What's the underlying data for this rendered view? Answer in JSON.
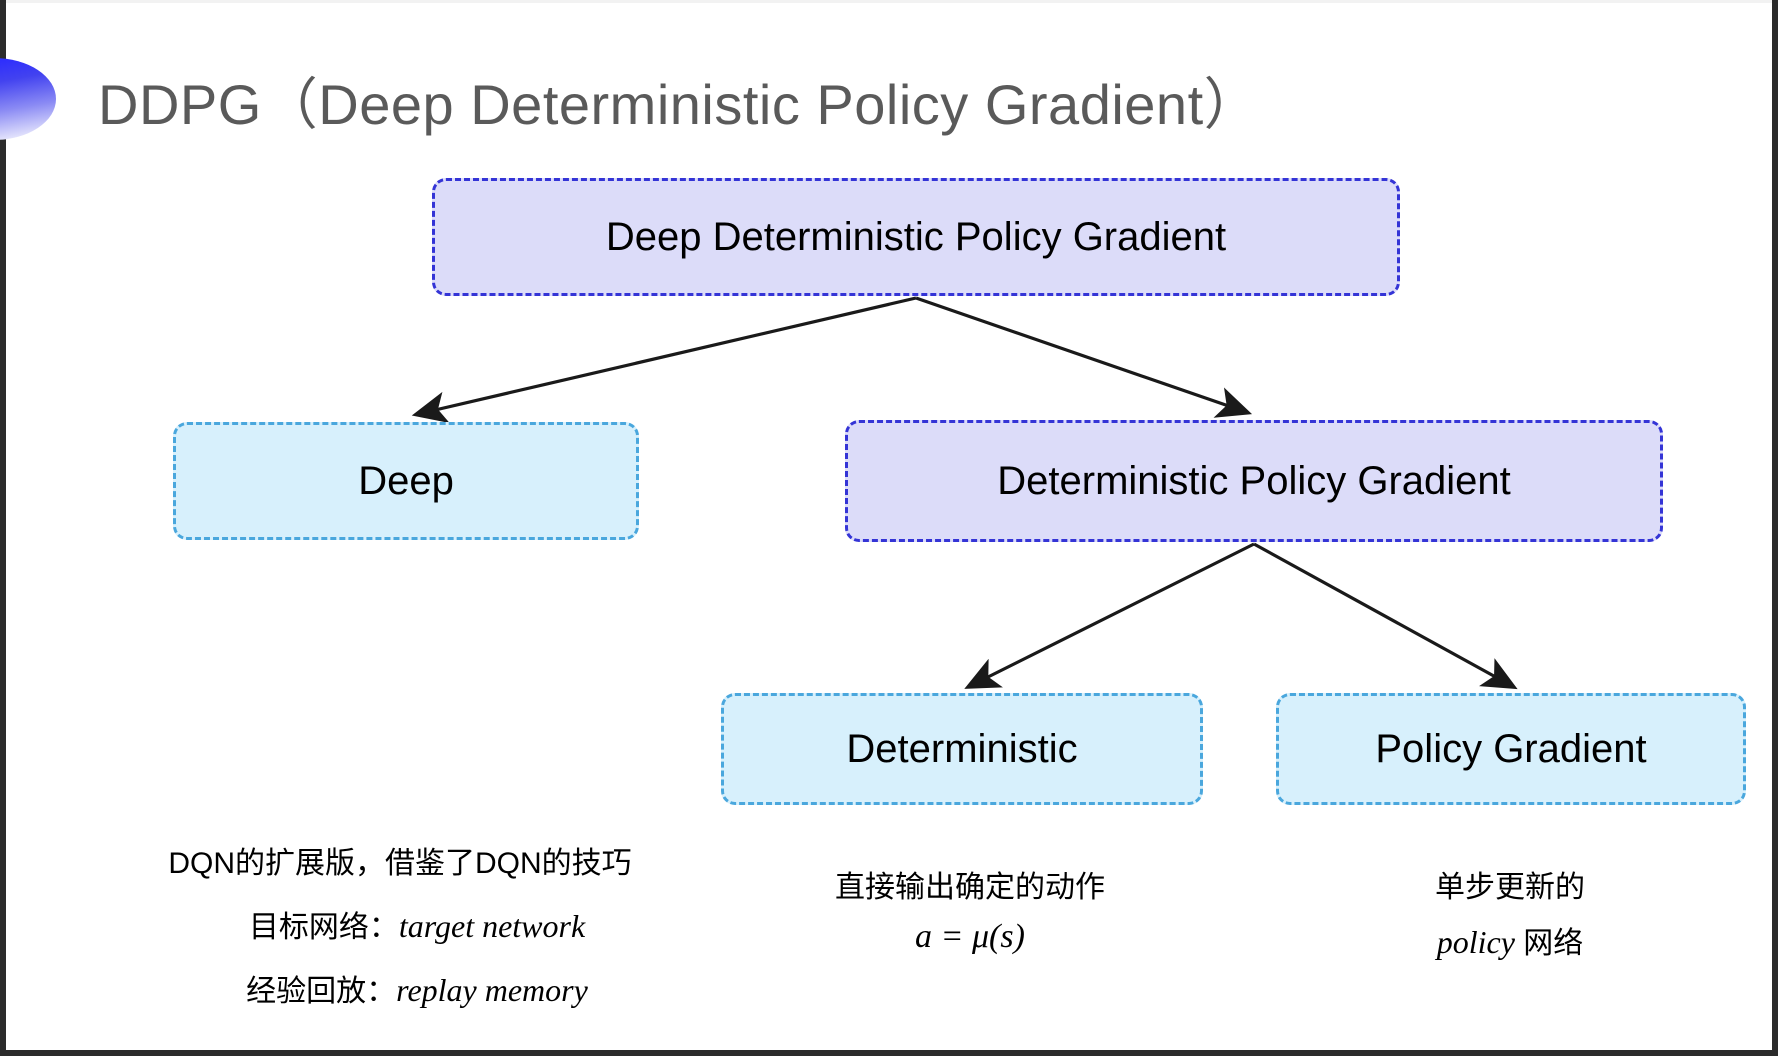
{
  "slide": {
    "title": "DDPG（Deep Deterministic Policy Gradient）",
    "bullet_icon": "half-circle-gradient-icon",
    "background_color": "#ffffff"
  },
  "colors": {
    "purple_fill": "#dcdcf9",
    "purple_border": "#3434d6",
    "cyan_fill": "#d7f0fc",
    "cyan_border": "#4aa7dd",
    "title_text": "#5a5a5a",
    "arrow": "#1a1a1a"
  },
  "diagram": {
    "nodes": [
      {
        "id": "root",
        "label": "Deep Deterministic Policy Gradient",
        "style": "purple"
      },
      {
        "id": "deep",
        "label": "Deep",
        "style": "cyan"
      },
      {
        "id": "dpg",
        "label": "Deterministic Policy Gradient",
        "style": "purple"
      },
      {
        "id": "det",
        "label": "Deterministic",
        "style": "cyan"
      },
      {
        "id": "pg",
        "label": "Policy Gradient",
        "style": "cyan"
      }
    ],
    "edges": [
      {
        "from": "root",
        "to": "deep"
      },
      {
        "from": "root",
        "to": "dpg"
      },
      {
        "from": "dpg",
        "to": "det"
      },
      {
        "from": "dpg",
        "to": "pg"
      }
    ]
  },
  "annotations": {
    "deep": {
      "line1": "DQN的扩展版，借鉴了DQN的技巧",
      "line2_label": "目标网络：",
      "line2_term": "target network",
      "line3_label": "经验回放：",
      "line3_term": "replay memory"
    },
    "deterministic": {
      "line1": "直接输出确定的动作",
      "formula": "a = μ(s)"
    },
    "policy_gradient": {
      "line1": "单步更新的",
      "line2_term": "policy",
      "line2_rest": " 网络"
    }
  }
}
